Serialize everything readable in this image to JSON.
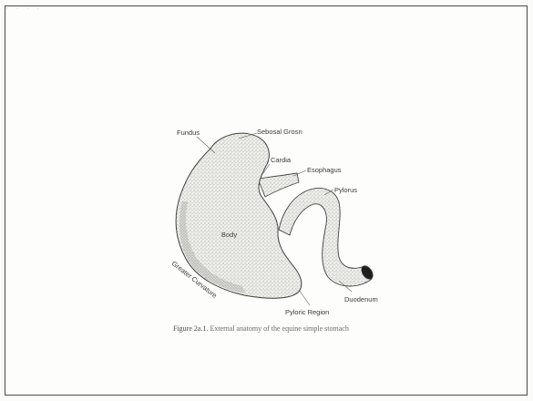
{
  "corner_marks": "· · · ·",
  "diagram": {
    "labels": {
      "fundus": "Fundus",
      "greater_curvature_top": "Sebosal Grosn",
      "cardia": "Cardia",
      "esophagus": "Esophagus",
      "pylorus": "Pylorus",
      "body": "Body",
      "greater_curvature": "Greater Curvature",
      "duodenum": "Duodenum",
      "pyloric_region": "Pyloric Region"
    }
  },
  "caption": {
    "figure_number": "Figure 2a.1.",
    "text": "External anatomy of the equine simple stomach"
  }
}
